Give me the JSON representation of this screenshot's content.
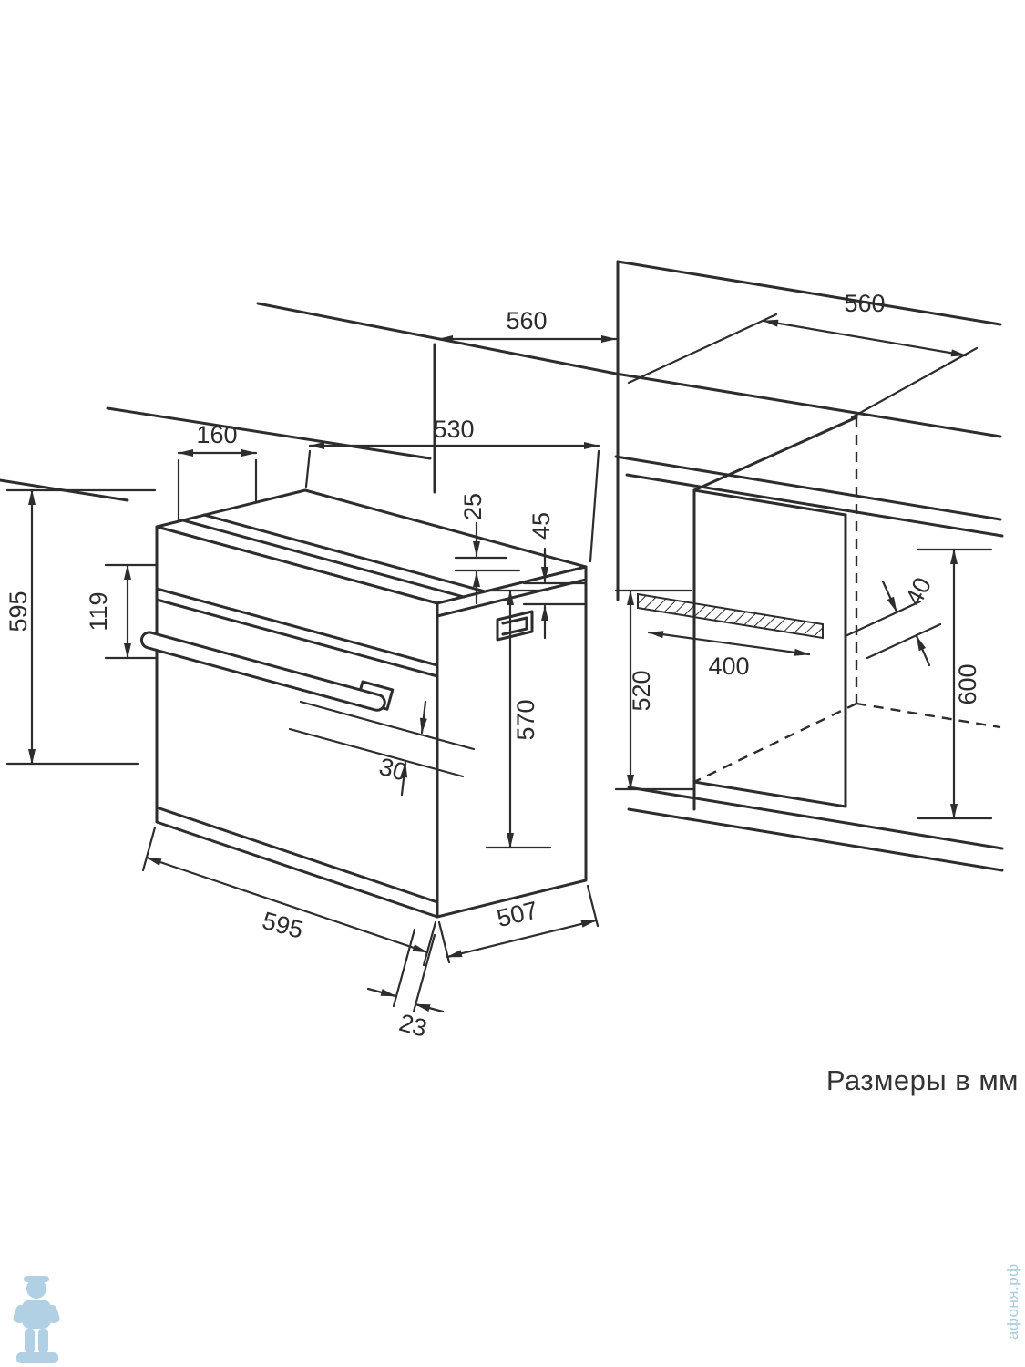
{
  "footer": {
    "units_note": "Размеры в мм"
  },
  "watermark": {
    "site_text": "афоня.рф",
    "logo": "plumber-mascot-logo"
  },
  "dims": {
    "counter_depth_left": "560",
    "counter_depth_right": "560",
    "top_rear_offset": "160",
    "top_depth": "530",
    "top_recess_front": "25",
    "top_recess_rear": "45",
    "control_panel_height": "119",
    "front_height_total": "595",
    "body_height": "570",
    "handle_depth": "30",
    "front_width": "595",
    "body_depth": "507",
    "door_overhang": "23",
    "niche_clear_height": "520",
    "vent_channel_depth": "400",
    "vent_gap": "40",
    "niche_height": "600"
  }
}
